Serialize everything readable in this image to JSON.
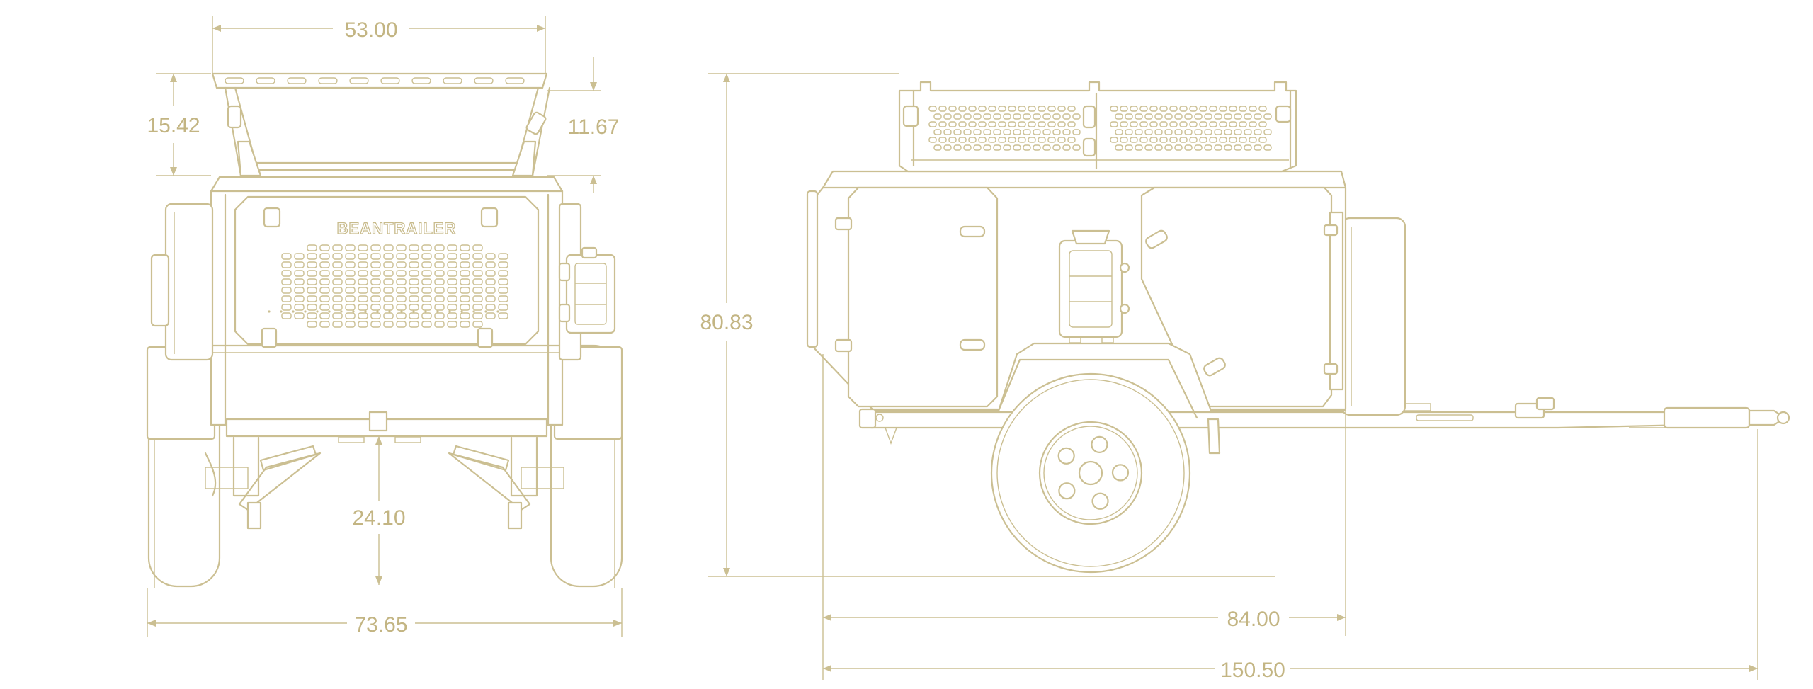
{
  "brand": "BEANTRAILER",
  "colors": {
    "line": "#cbbf92",
    "text": "#c3b583",
    "background": "#ffffff"
  },
  "dimensions": {
    "front_rack_width": "53.00",
    "front_rack_height": "15.42",
    "front_rack_side_height": "11.67",
    "front_ground_clearance": "24.10",
    "front_overall_width": "73.65",
    "side_overall_height": "80.83",
    "side_body_length": "84.00",
    "side_overall_length": "150.50"
  }
}
